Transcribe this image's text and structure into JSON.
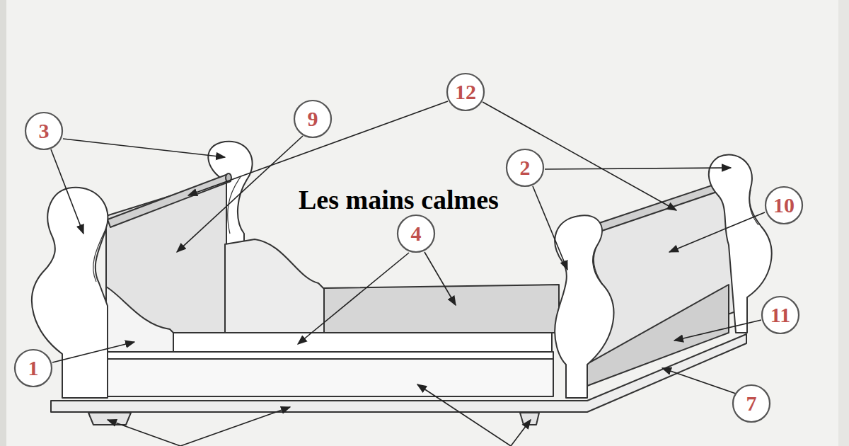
{
  "diagram": {
    "title": "Les mains calmes",
    "nodes": [
      {
        "text": [
          "12"
        ]
      },
      {
        "text": [
          "9"
        ]
      },
      {
        "text": [
          "3"
        ]
      },
      {
        "text": [
          "2"
        ]
      },
      {
        "text": [
          "10"
        ]
      },
      {
        "text": [
          "4"
        ]
      },
      {
        "text": [
          "11"
        ]
      },
      {
        "text": [
          "1"
        ]
      },
      {
        "text": [
          "7"
        ]
      }
    ]
  }
}
